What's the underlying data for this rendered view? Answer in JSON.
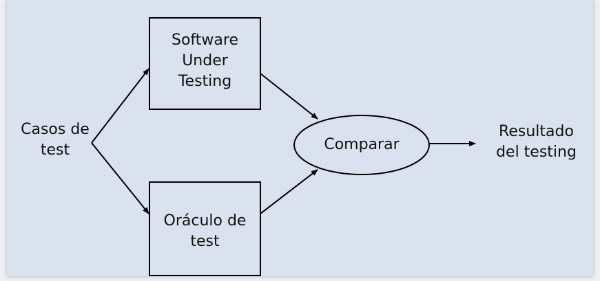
{
  "diagram": {
    "input_label": "Casos de\ntest",
    "sut_label": "Software\nUnder\nTesting",
    "oracle_label": "Oráculo de\ntest",
    "compare_label": "Comparar",
    "output_label": "Resultado\ndel testing"
  },
  "colors": {
    "background": "#d9e2ee",
    "box_fill": "#d9e2ee",
    "stroke": "#000000"
  }
}
